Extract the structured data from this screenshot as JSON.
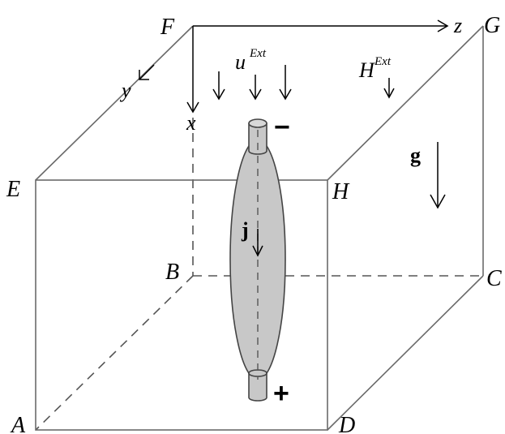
{
  "vertices": {
    "A": "A",
    "B": "B",
    "C": "C",
    "D": "D",
    "E": "E",
    "F": "F",
    "G": "G",
    "H": "H"
  },
  "axes": {
    "x": "x",
    "y": "y",
    "z": "z"
  },
  "labels": {
    "u_base": "u",
    "u_sup": "Ext",
    "H_base": "H",
    "H_sup": "Ext",
    "gravity": "g",
    "current": "j",
    "minus": "−",
    "plus": "+"
  }
}
